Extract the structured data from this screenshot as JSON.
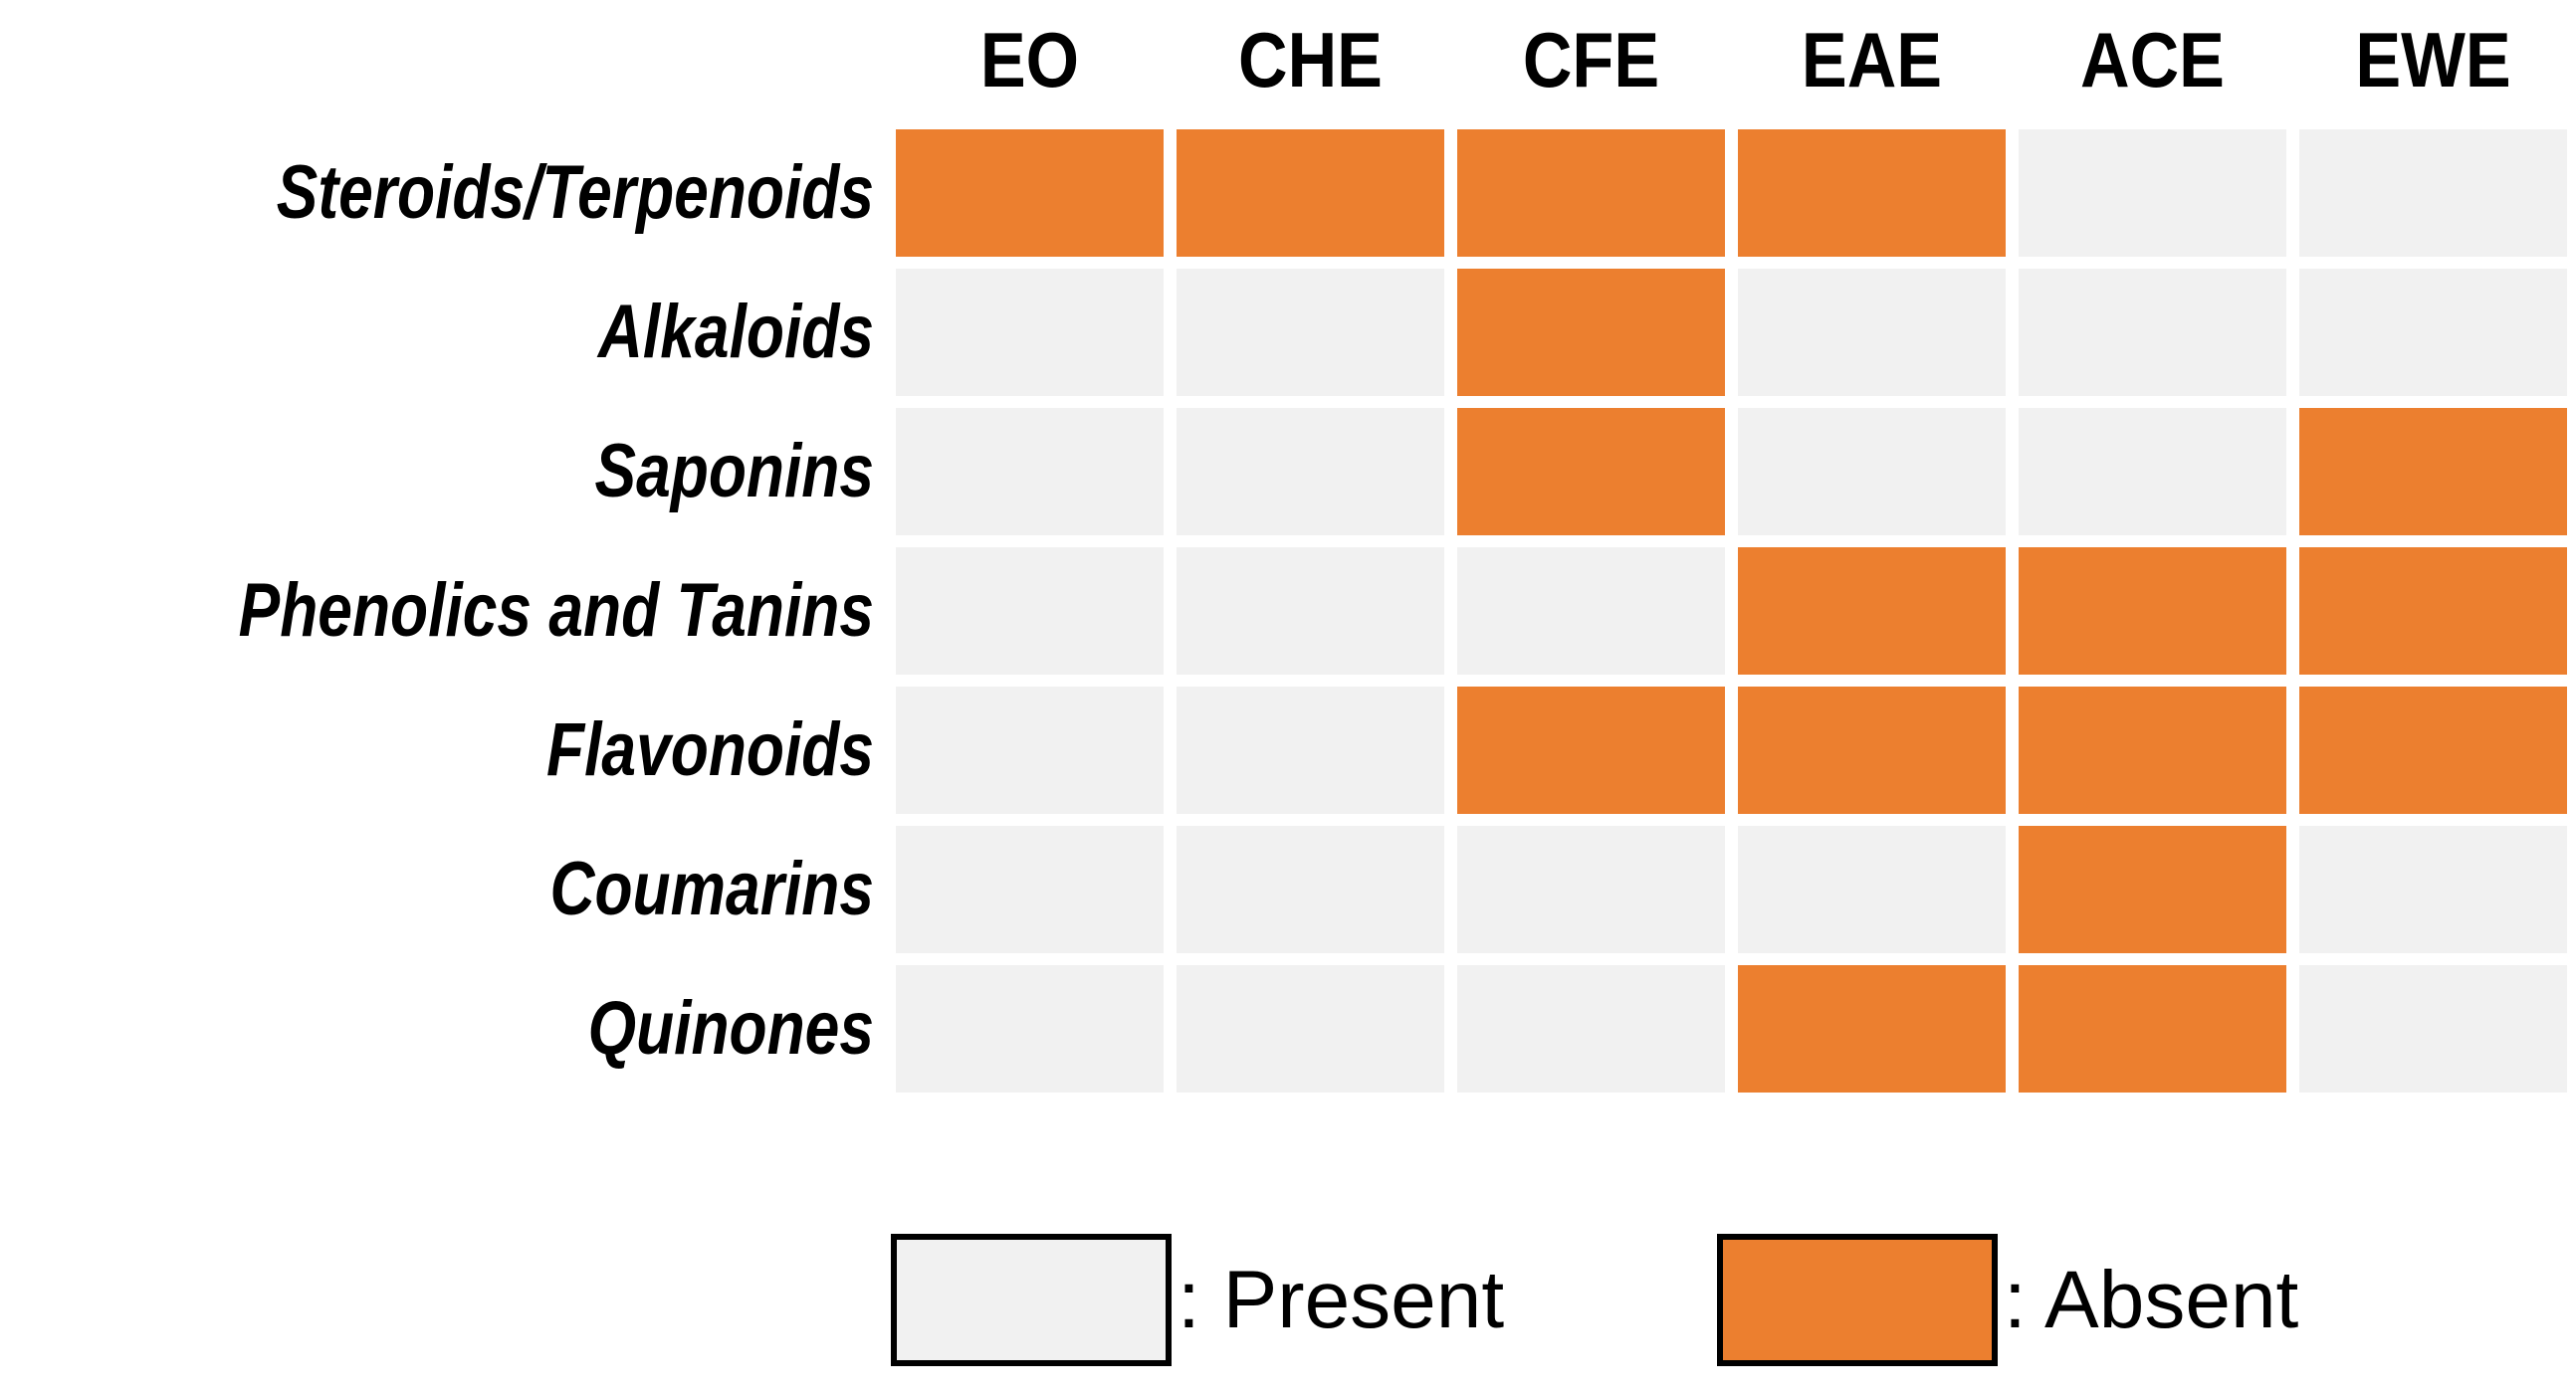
{
  "chart_data": {
    "type": "heatmap",
    "title": "",
    "xlabel": "",
    "ylabel": "",
    "columns": [
      "EO",
      "CHE",
      "CFE",
      "EAE",
      "ACE",
      "EWE"
    ],
    "rows": [
      "Steroids/Terpenoids",
      "Alkaloids",
      "Saponins",
      "Phenolics and Tanins",
      "Flavonoids",
      "Coumarins",
      "Quinones"
    ],
    "value_labels": {
      "0": "Present",
      "1": "Absent"
    },
    "colors": {
      "present": "#F1F1F1",
      "absent": "#EC7F2F"
    },
    "grid": true,
    "legend_position": "bottom",
    "values": [
      [
        1,
        1,
        1,
        1,
        0,
        0
      ],
      [
        0,
        0,
        1,
        0,
        0,
        0
      ],
      [
        0,
        0,
        1,
        0,
        0,
        1
      ],
      [
        0,
        0,
        0,
        1,
        1,
        1
      ],
      [
        0,
        0,
        1,
        1,
        1,
        1
      ],
      [
        0,
        0,
        0,
        0,
        1,
        0
      ],
      [
        0,
        0,
        0,
        1,
        1,
        0
      ]
    ]
  },
  "legend": {
    "items": [
      {
        "key": "present",
        "label": ": Present",
        "color": "#F1F1F1"
      },
      {
        "key": "absent",
        "label": ": Absent",
        "color": "#EC7F2F"
      }
    ]
  }
}
